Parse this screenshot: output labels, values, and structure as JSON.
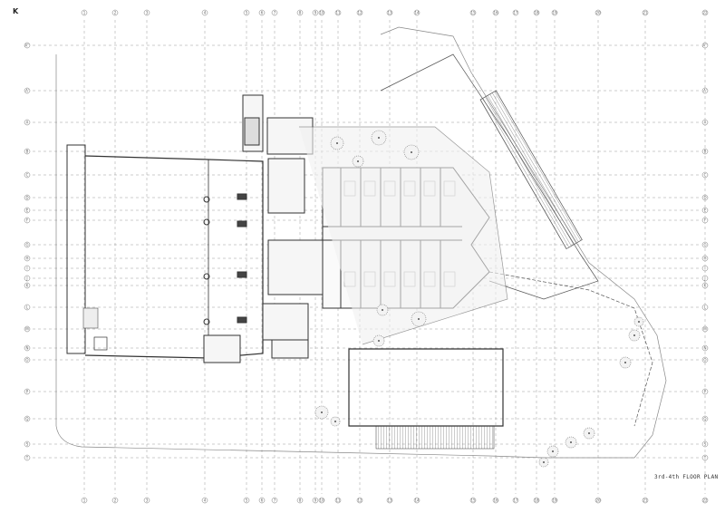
{
  "drawing": {
    "title": "3rd-4th FLOOR PLAN",
    "north_label": "K",
    "grid_columns": [
      "1",
      "2",
      "3",
      "4",
      "5",
      "6",
      "7",
      "8",
      "9",
      "10",
      "11",
      "12",
      "13",
      "14",
      "15",
      "16",
      "17",
      "18",
      "19",
      "20",
      "21",
      "22"
    ],
    "grid_rows": [
      "A''",
      "A'",
      "A",
      "B",
      "C",
      "D",
      "E",
      "F",
      "G",
      "H",
      "I",
      "J",
      "K",
      "L",
      "M",
      "N",
      "O",
      "P",
      "Q",
      "S",
      "T"
    ]
  }
}
